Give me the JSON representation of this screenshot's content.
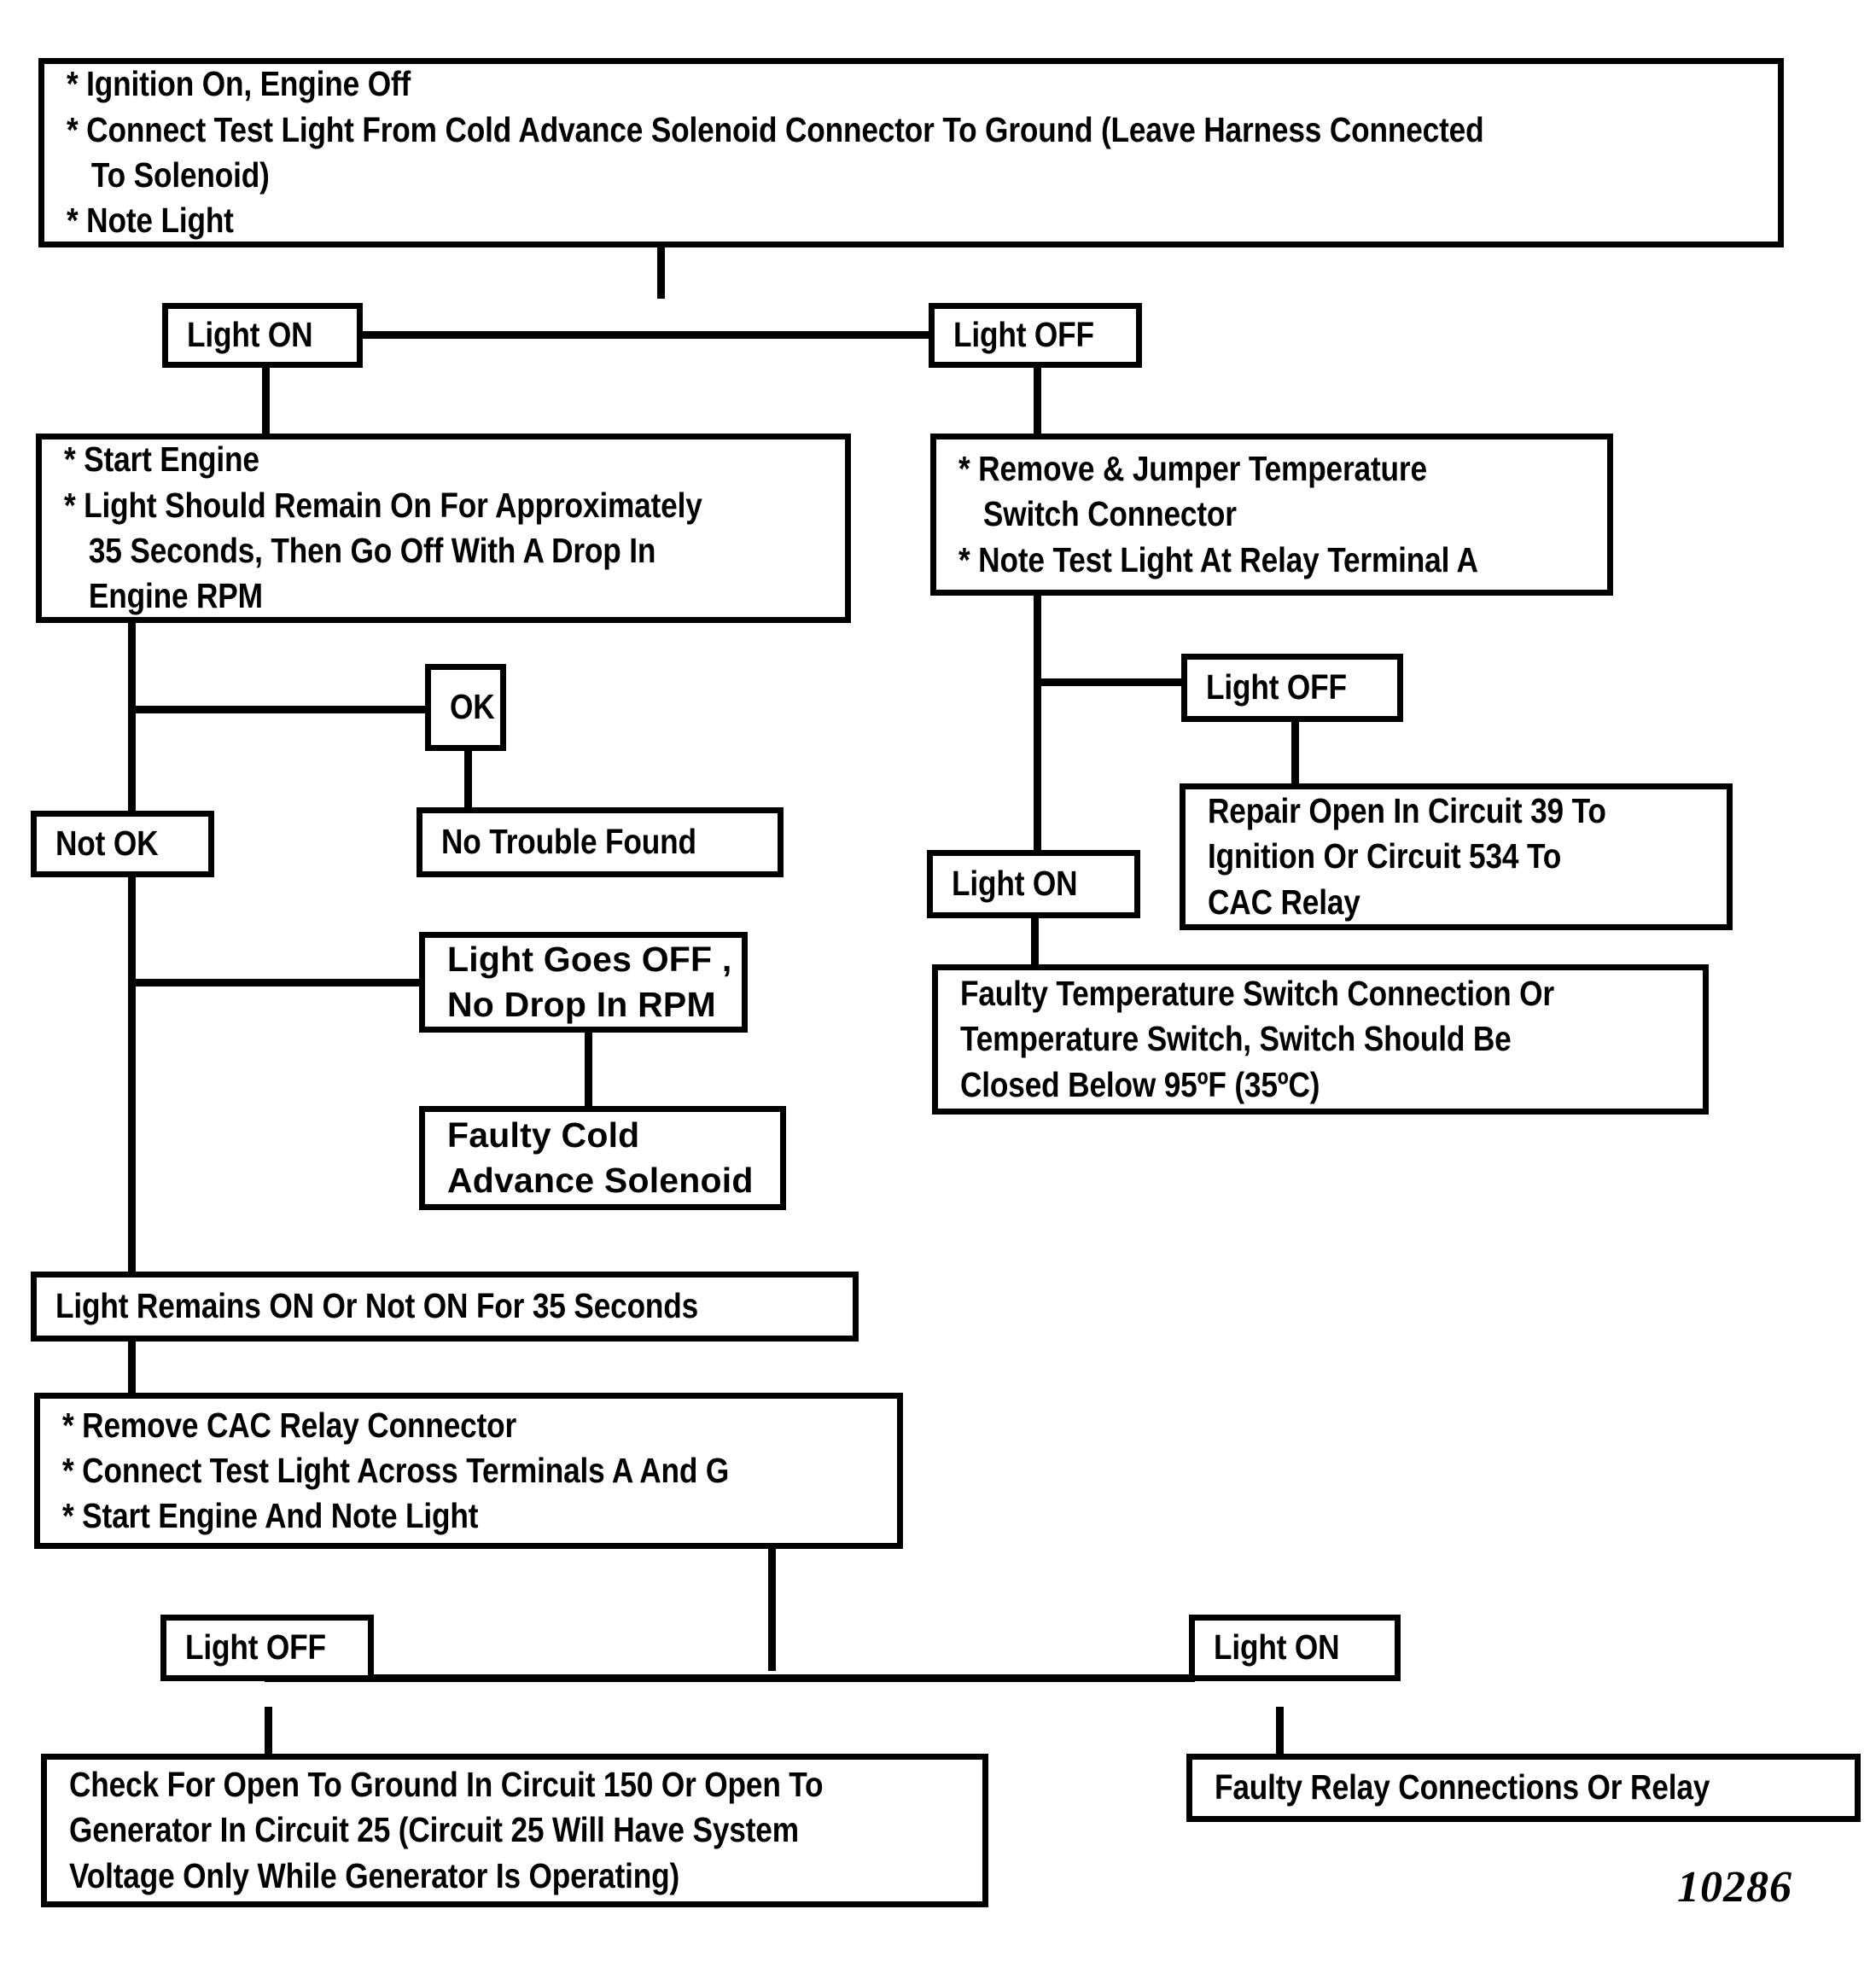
{
  "diagram": {
    "figure_number": "10286",
    "colors": {
      "ink": "#000000",
      "paper": "#ffffff"
    },
    "nodes": {
      "start": {
        "id": "start-test-box",
        "lines": [
          "* Ignition On, Engine Off",
          "* Connect Test Light From Cold Advance Solenoid Connector To Ground (Leave Harness Connected",
          "   To Solenoid)",
          "* Note Light"
        ],
        "text": "* Ignition On, Engine Off\n* Connect Test Light From Cold Advance Solenoid Connector To Ground (Leave Harness Connected\n   To Solenoid)\n* Note Light"
      },
      "light_on_1": {
        "id": "light-on-branch-1",
        "text": "Light ON"
      },
      "light_off_1": {
        "id": "light-off-branch-1",
        "text": "Light OFF"
      },
      "start_engine": {
        "id": "start-engine-box",
        "text": "* Start Engine\n* Light Should Remain On For Approximately\n   35 Seconds, Then Go Off With A Drop In\n   Engine RPM"
      },
      "remove_jumper": {
        "id": "remove-jumper-temp-switch-box",
        "text": "* Remove & Jumper Temperature\n   Switch Connector\n* Note Test Light At Relay Terminal A"
      },
      "ok": {
        "id": "ok-branch",
        "text": "OK"
      },
      "not_ok": {
        "id": "not-ok-branch",
        "text": "Not OK"
      },
      "no_trouble": {
        "id": "no-trouble-found-box",
        "text": "No Trouble Found"
      },
      "light_goes_off": {
        "id": "light-goes-off-no-drop-box",
        "text": "Light Goes OFF ,\nNo Drop In RPM"
      },
      "faulty_cold_advance": {
        "id": "faulty-cold-advance-solenoid-box",
        "text": "Faulty Cold\nAdvance Solenoid"
      },
      "light_off_2": {
        "id": "light-off-branch-2",
        "text": "Light OFF"
      },
      "light_on_2": {
        "id": "light-on-branch-2",
        "text": "Light ON"
      },
      "repair_open": {
        "id": "repair-open-circuit-box",
        "text": "Repair Open In Circuit 39 To\nIgnition Or Circuit 534 To\nCAC Relay"
      },
      "faulty_temp_switch": {
        "id": "faulty-temperature-switch-box",
        "text": "Faulty Temperature Switch Connection Or\nTemperature Switch, Switch Should Be\nClosed Below 95ºF (35ºC)"
      },
      "light_remains": {
        "id": "light-remains-on-box",
        "text": "Light Remains ON Or Not ON For 35 Seconds"
      },
      "remove_cac": {
        "id": "remove-cac-relay-box",
        "text": "* Remove CAC Relay Connector\n* Connect Test Light Across Terminals A And G\n* Start Engine And Note Light"
      },
      "light_off_3": {
        "id": "light-off-branch-3",
        "text": "Light OFF"
      },
      "light_on_3": {
        "id": "light-on-branch-3",
        "text": "Light ON"
      },
      "check_open": {
        "id": "check-for-open-box",
        "text": "Check For Open To Ground In Circuit 150 Or Open To\nGenerator In Circuit 25 (Circuit 25 Will Have System\nVoltage Only While Generator Is Operating)"
      },
      "faulty_relay": {
        "id": "faulty-relay-connections-box",
        "text": "Faulty Relay Connections Or Relay"
      }
    }
  }
}
